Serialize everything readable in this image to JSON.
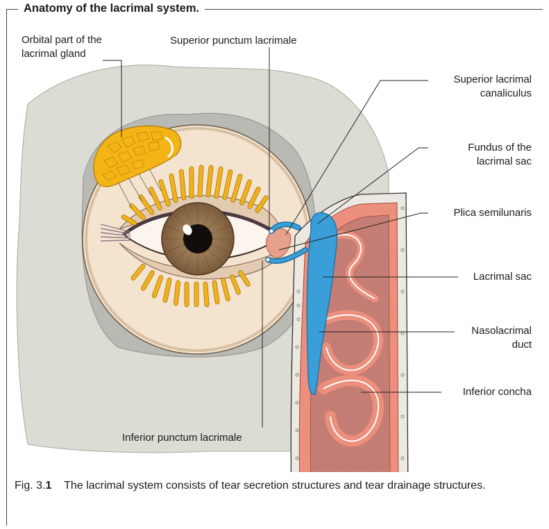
{
  "figure": {
    "title": "Anatomy of the lacrimal system.",
    "labels": {
      "orbital_gland_1": "Orbital part of the",
      "orbital_gland_2": "lacrimal gland",
      "superior_punctum": "Superior punctum lacrimale",
      "superior_canaliculus_1": "Superior lacrimal",
      "superior_canaliculus_2": "canaliculus",
      "fundus_1": "Fundus of the",
      "fundus_2": "lacrimal sac",
      "plica": "Plica semilunaris",
      "lacrimal_sac": "Lacrimal sac",
      "nasolacrimal_1": "Nasolacrimal",
      "nasolacrimal_2": "duct",
      "inferior_concha": "Inferior concha",
      "inferior_punctum": "Inferior punctum lacrimale"
    },
    "caption": {
      "fig_prefix": "Fig. 3.",
      "fig_number": "1",
      "text": "The lacrimal system consists of tear secretion structures and tear drainage structures."
    }
  },
  "colors": {
    "face": "#dcdcd4",
    "orbit_shadow": "#b9bab4",
    "eyeball": "#f4e3cf",
    "gland": "#f3b516",
    "lacrimal_duct": "#3a9ed9",
    "nasal_mucosa": "#ec8f7c",
    "nasal_bone": "#a5706d"
  }
}
